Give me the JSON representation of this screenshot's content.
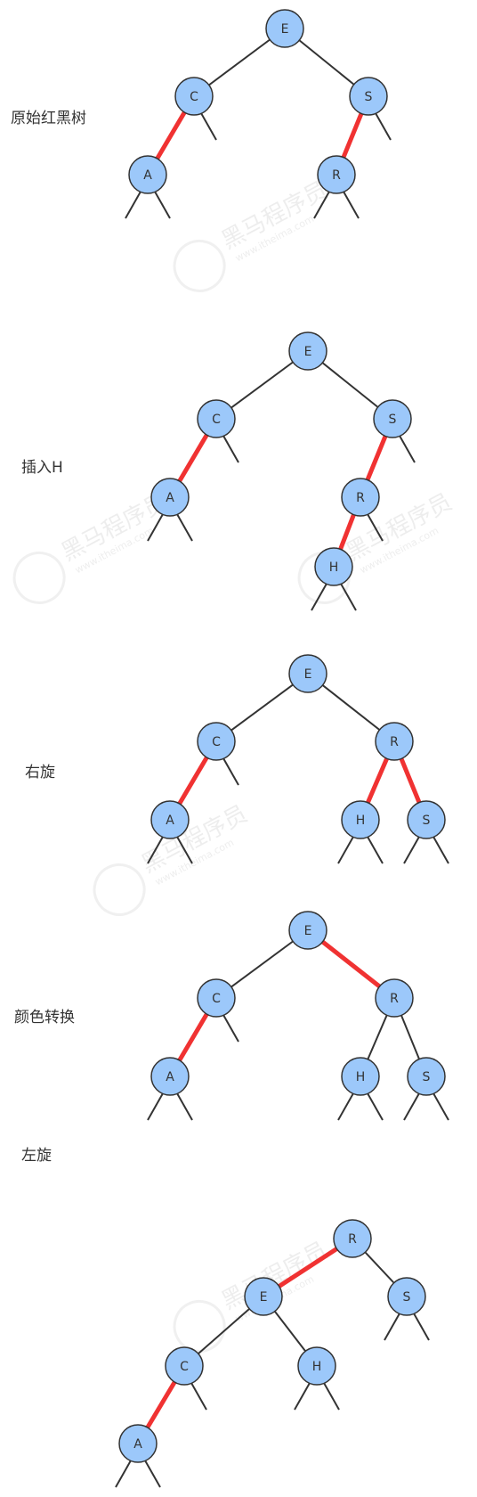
{
  "colors": {
    "node_fill": "#9cc8fa",
    "node_stroke": "#333333",
    "black_link": "#333333",
    "red_link": "#f03232"
  },
  "stages": [
    {
      "label": "原始红黑树",
      "nodes": [
        {
          "id": "E",
          "label": "E"
        },
        {
          "id": "C",
          "label": "C"
        },
        {
          "id": "S",
          "label": "S"
        },
        {
          "id": "A",
          "label": "A"
        },
        {
          "id": "R",
          "label": "R"
        }
      ],
      "edges": [
        {
          "from": "E",
          "to": "C",
          "color": "black"
        },
        {
          "from": "E",
          "to": "S",
          "color": "black"
        },
        {
          "from": "C",
          "to": "A",
          "color": "red"
        },
        {
          "from": "S",
          "to": "R",
          "color": "red"
        }
      ]
    },
    {
      "label": "插入H",
      "nodes": [
        {
          "id": "E",
          "label": "E"
        },
        {
          "id": "C",
          "label": "C"
        },
        {
          "id": "S",
          "label": "S"
        },
        {
          "id": "A",
          "label": "A"
        },
        {
          "id": "R",
          "label": "R"
        },
        {
          "id": "H",
          "label": "H"
        }
      ],
      "edges": [
        {
          "from": "E",
          "to": "C",
          "color": "black"
        },
        {
          "from": "E",
          "to": "S",
          "color": "black"
        },
        {
          "from": "C",
          "to": "A",
          "color": "red"
        },
        {
          "from": "S",
          "to": "R",
          "color": "red"
        },
        {
          "from": "R",
          "to": "H",
          "color": "red"
        }
      ]
    },
    {
      "label": "右旋",
      "nodes": [
        {
          "id": "E",
          "label": "E"
        },
        {
          "id": "C",
          "label": "C"
        },
        {
          "id": "R",
          "label": "R"
        },
        {
          "id": "A",
          "label": "A"
        },
        {
          "id": "H",
          "label": "H"
        },
        {
          "id": "S",
          "label": "S"
        }
      ],
      "edges": [
        {
          "from": "E",
          "to": "C",
          "color": "black"
        },
        {
          "from": "E",
          "to": "R",
          "color": "black"
        },
        {
          "from": "C",
          "to": "A",
          "color": "red"
        },
        {
          "from": "R",
          "to": "H",
          "color": "red"
        },
        {
          "from": "R",
          "to": "S",
          "color": "red"
        }
      ]
    },
    {
      "label": "颜色转换",
      "nodes": [
        {
          "id": "E",
          "label": "E"
        },
        {
          "id": "C",
          "label": "C"
        },
        {
          "id": "R",
          "label": "R"
        },
        {
          "id": "A",
          "label": "A"
        },
        {
          "id": "H",
          "label": "H"
        },
        {
          "id": "S",
          "label": "S"
        }
      ],
      "edges": [
        {
          "from": "E",
          "to": "C",
          "color": "black"
        },
        {
          "from": "E",
          "to": "R",
          "color": "red"
        },
        {
          "from": "C",
          "to": "A",
          "color": "red"
        },
        {
          "from": "R",
          "to": "H",
          "color": "black"
        },
        {
          "from": "R",
          "to": "S",
          "color": "black"
        }
      ]
    },
    {
      "label": "左旋",
      "nodes": [
        {
          "id": "R",
          "label": "R"
        },
        {
          "id": "E",
          "label": "E"
        },
        {
          "id": "S",
          "label": "S"
        },
        {
          "id": "C",
          "label": "C"
        },
        {
          "id": "H",
          "label": "H"
        },
        {
          "id": "A",
          "label": "A"
        }
      ],
      "edges": [
        {
          "from": "R",
          "to": "E",
          "color": "red"
        },
        {
          "from": "R",
          "to": "S",
          "color": "black"
        },
        {
          "from": "E",
          "to": "C",
          "color": "black"
        },
        {
          "from": "E",
          "to": "H",
          "color": "black"
        },
        {
          "from": "C",
          "to": "A",
          "color": "red"
        }
      ]
    }
  ],
  "watermark": {
    "text": "黑马程序员",
    "subtext": "www.itheima.com"
  }
}
